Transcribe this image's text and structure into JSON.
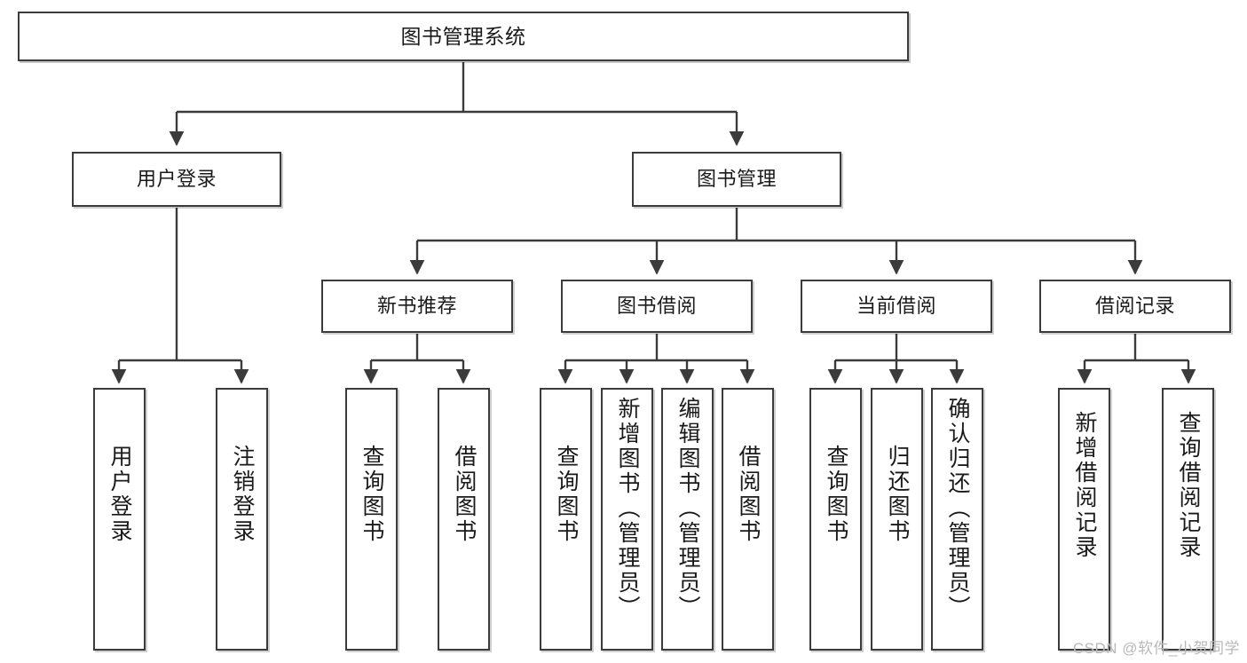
{
  "diagram": {
    "title": "图书管理系统",
    "type": "tree-hierarchy",
    "watermark": "CSDN @软件_小贺同学",
    "colors": {
      "border": "#3b3b3b",
      "background": "#ffffff",
      "text": "#1a1a1a",
      "watermark": "#b9b9b9"
    }
  },
  "nodes": {
    "root": {
      "label": "图书管理系统"
    },
    "level2": [
      {
        "id": "user-login",
        "label": "用户登录"
      },
      {
        "id": "book-manage",
        "label": "图书管理"
      }
    ],
    "level3": [
      {
        "id": "new-book-recommend",
        "label": "新书推荐"
      },
      {
        "id": "book-borrow",
        "label": "图书借阅"
      },
      {
        "id": "current-borrow",
        "label": "当前借阅"
      },
      {
        "id": "borrow-record",
        "label": "借阅记录"
      }
    ],
    "leaves": {
      "user-login": [
        {
          "id": "leaf-user-login",
          "label": "用户登录"
        },
        {
          "id": "leaf-user-logout",
          "label": "注销登录"
        }
      ],
      "new-book-recommend": [
        {
          "id": "leaf-query-book-1",
          "label": "查询图书"
        },
        {
          "id": "leaf-borrow-book-1",
          "label": "借阅图书"
        }
      ],
      "book-borrow": [
        {
          "id": "leaf-query-book-2",
          "label": "查询图书"
        },
        {
          "id": "leaf-add-book",
          "label": "新增图书（管理员）"
        },
        {
          "id": "leaf-edit-book",
          "label": "编辑图书（管理员）"
        },
        {
          "id": "leaf-borrow-book-2",
          "label": "借阅图书"
        }
      ],
      "current-borrow": [
        {
          "id": "leaf-query-book-3",
          "label": "查询图书"
        },
        {
          "id": "leaf-return-book",
          "label": "归还图书"
        },
        {
          "id": "leaf-confirm-return",
          "label": "确认归还（管理员）"
        }
      ],
      "borrow-record": [
        {
          "id": "leaf-add-record",
          "label": "新增借阅记录"
        },
        {
          "id": "leaf-query-record",
          "label": "查询借阅记录"
        }
      ]
    }
  }
}
